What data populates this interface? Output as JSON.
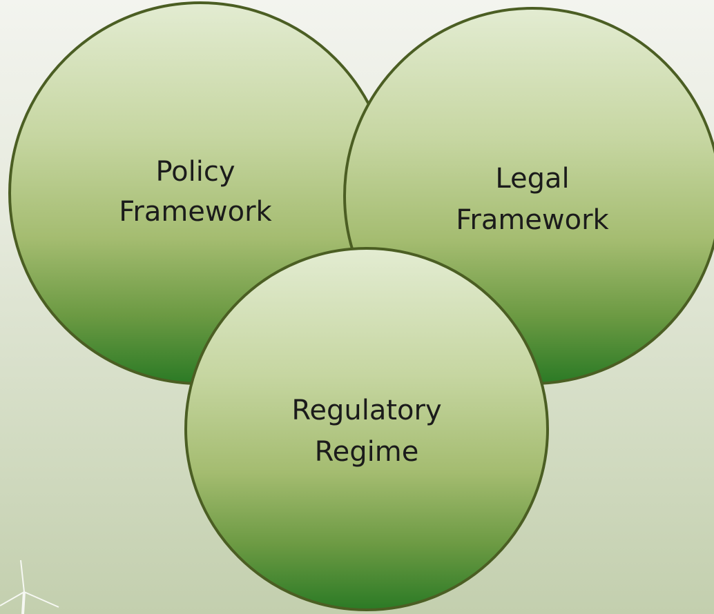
{
  "diagram": {
    "type": "overlapping-circles",
    "colors": {
      "fill_top": "#dfe9cd",
      "fill_mid": "#a9c078",
      "fill_bottom": "#2f7e27",
      "stroke": "#4b5e23",
      "background_top": "#f3f4ef",
      "background_bottom": "#c3cfae"
    },
    "circles": [
      {
        "name": "policy",
        "line1": "Policy",
        "line2": "Framework"
      },
      {
        "name": "legal",
        "line1": "Legal",
        "line2": "Framework"
      },
      {
        "name": "regulatory",
        "line1": "Regulatory",
        "line2": "Regime"
      }
    ],
    "decoration_icon": "wind-turbine-icon"
  }
}
